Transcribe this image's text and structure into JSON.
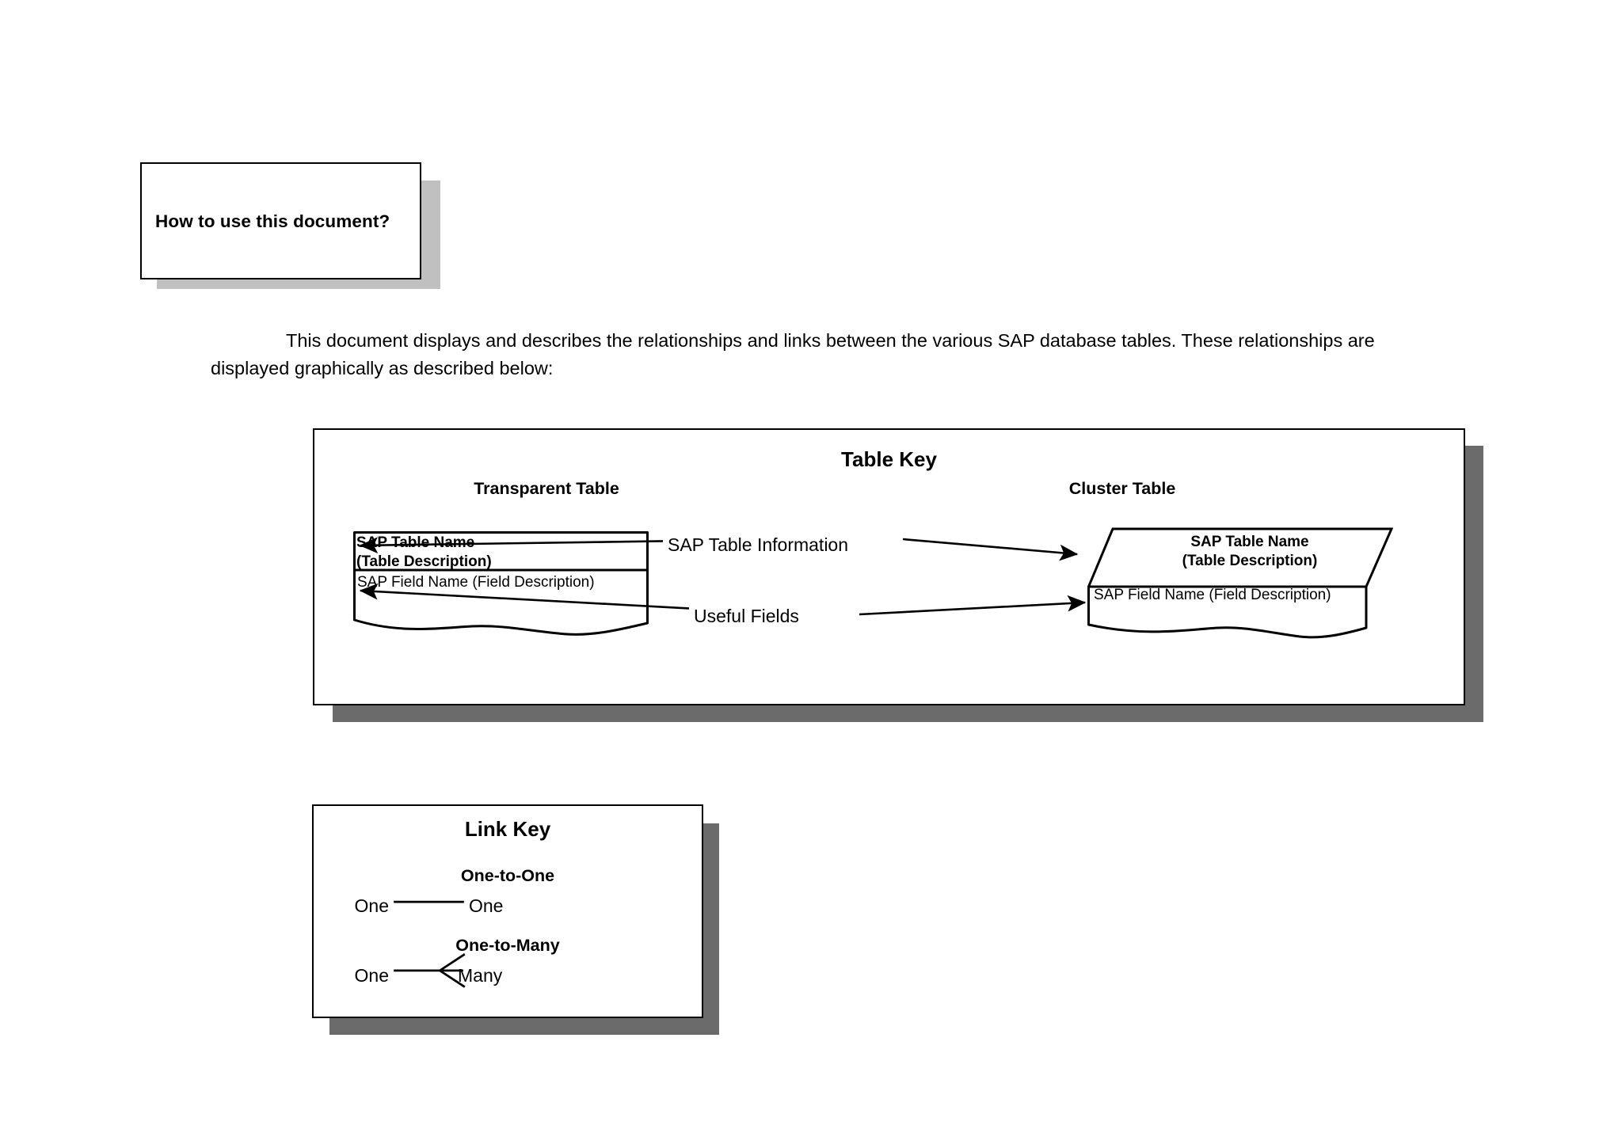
{
  "page": {
    "title_callout": "How to use this document?",
    "intro_paragraph": "This document displays and describes the relationships and links between the various SAP database tables. These relationships are displayed graphically as described below:"
  },
  "table_key": {
    "title": "Table Key",
    "transparent_table": {
      "heading": "Transparent Table",
      "table_name": "SAP Table Name",
      "table_description": "(Table Description)",
      "field_line": "SAP Field Name (Field Description)"
    },
    "cluster_table": {
      "heading": "Cluster Table",
      "table_name": "SAP Table Name",
      "table_description": "(Table Description)",
      "field_line": "SAP Field Name (Field Description)"
    },
    "arrow_labels": {
      "table_information": "SAP Table Information",
      "useful_fields": "Useful Fields"
    }
  },
  "link_key": {
    "title": "Link Key",
    "one_to_one": {
      "heading": "One-to-One",
      "left_label": "One",
      "right_label": "One"
    },
    "one_to_many": {
      "heading": "One-to-Many",
      "left_label": "One",
      "right_label": "Many"
    }
  },
  "colors": {
    "page_background": "#ffffff",
    "stroke": "#000000",
    "title_shadow": "#c0c0c0",
    "panel_shadow": "#6b6b6b"
  }
}
